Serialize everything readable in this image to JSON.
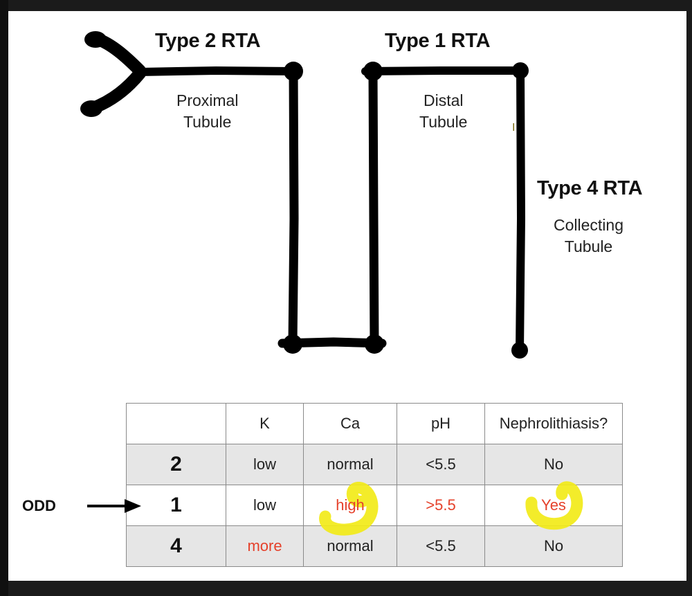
{
  "labels": {
    "type2_title": "Type 2 RTA",
    "type2_sub": "Proximal\nTubule",
    "type1_title": "Type 1 RTA",
    "type1_sub": "Distal\nTubule",
    "type4_title": "Type 4 RTA",
    "type4_sub": "Collecting\nTubule"
  },
  "table": {
    "headers": [
      "",
      "K",
      "Ca",
      "pH",
      "Nephrolithiasis?"
    ],
    "rows": [
      {
        "type": "2",
        "k": "low",
        "ca": "normal",
        "ph": "<5.5",
        "stones": "No"
      },
      {
        "type": "1",
        "k": "low",
        "ca": "high",
        "ph": ">5.5",
        "stones": "Yes"
      },
      {
        "type": "4",
        "k": "more",
        "ca": "normal",
        "ph": "<5.5",
        "stones": "No"
      }
    ]
  },
  "annotation": {
    "odd_label": "ODD",
    "cursor_glyph": "I"
  },
  "colors": {
    "highlight_red": "#e5412b",
    "highlighter": "#f2ea18",
    "row_shade": "#e6e6e6"
  }
}
